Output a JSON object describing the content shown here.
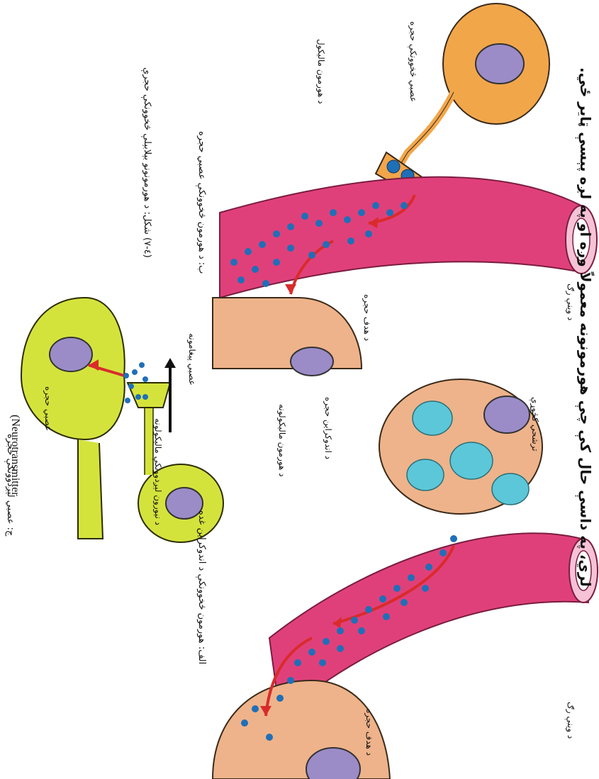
{
  "heading": "لري، په داسې حال کې چې هورمونونه معمولاً وږه او په لږه پېسې ټاير ځي.",
  "panel_a": {
    "caption": "الف: هورمون څخوونکې د اندوکراین غده",
    "gland_cell_label": "د اندوکراین حجره",
    "vesicles_label": "ترشحي کڅوړې",
    "hormone_label": "د هورمون مالیکولونه",
    "vessel_label": "د وینې رګ",
    "target_label": "د هدف حجره"
  },
  "panel_b": {
    "caption": "ب: د هورمون څخوونکې عصبي حجره",
    "cell_label": "عصبي څخوونکې حجره",
    "hormone_label": "د هورمون مالیکول",
    "vessel_label": "د وینې رګ",
    "target_label": "د هدف حجره"
  },
  "panel_c": {
    "caption": "ج: عصبي لېږدوونکې حجره",
    "caption_latin": "(Neurotransmitter",
    "signal_label": "عصبي پیغامونه",
    "molecules_label": "د نیورون لېږدوونکې مالیکولونه",
    "cell_label": "عصبي حجره"
  },
  "figure_caption": "(٤-٧) شکل: د هورمونونو بېلابېلې څخوونکې حجرې",
  "colors": {
    "vessel": "#e0407a",
    "vessel_stripe": "#f07aa8",
    "orange_cell": "#f2a64a",
    "tan_cell": "#eeb38a",
    "nucleus": "#9b8cc8",
    "vesicle": "#5cc7d8",
    "molecule": "#1f6fb8",
    "neuron": "#d4e33c",
    "arrow_red": "#d92b2b"
  }
}
